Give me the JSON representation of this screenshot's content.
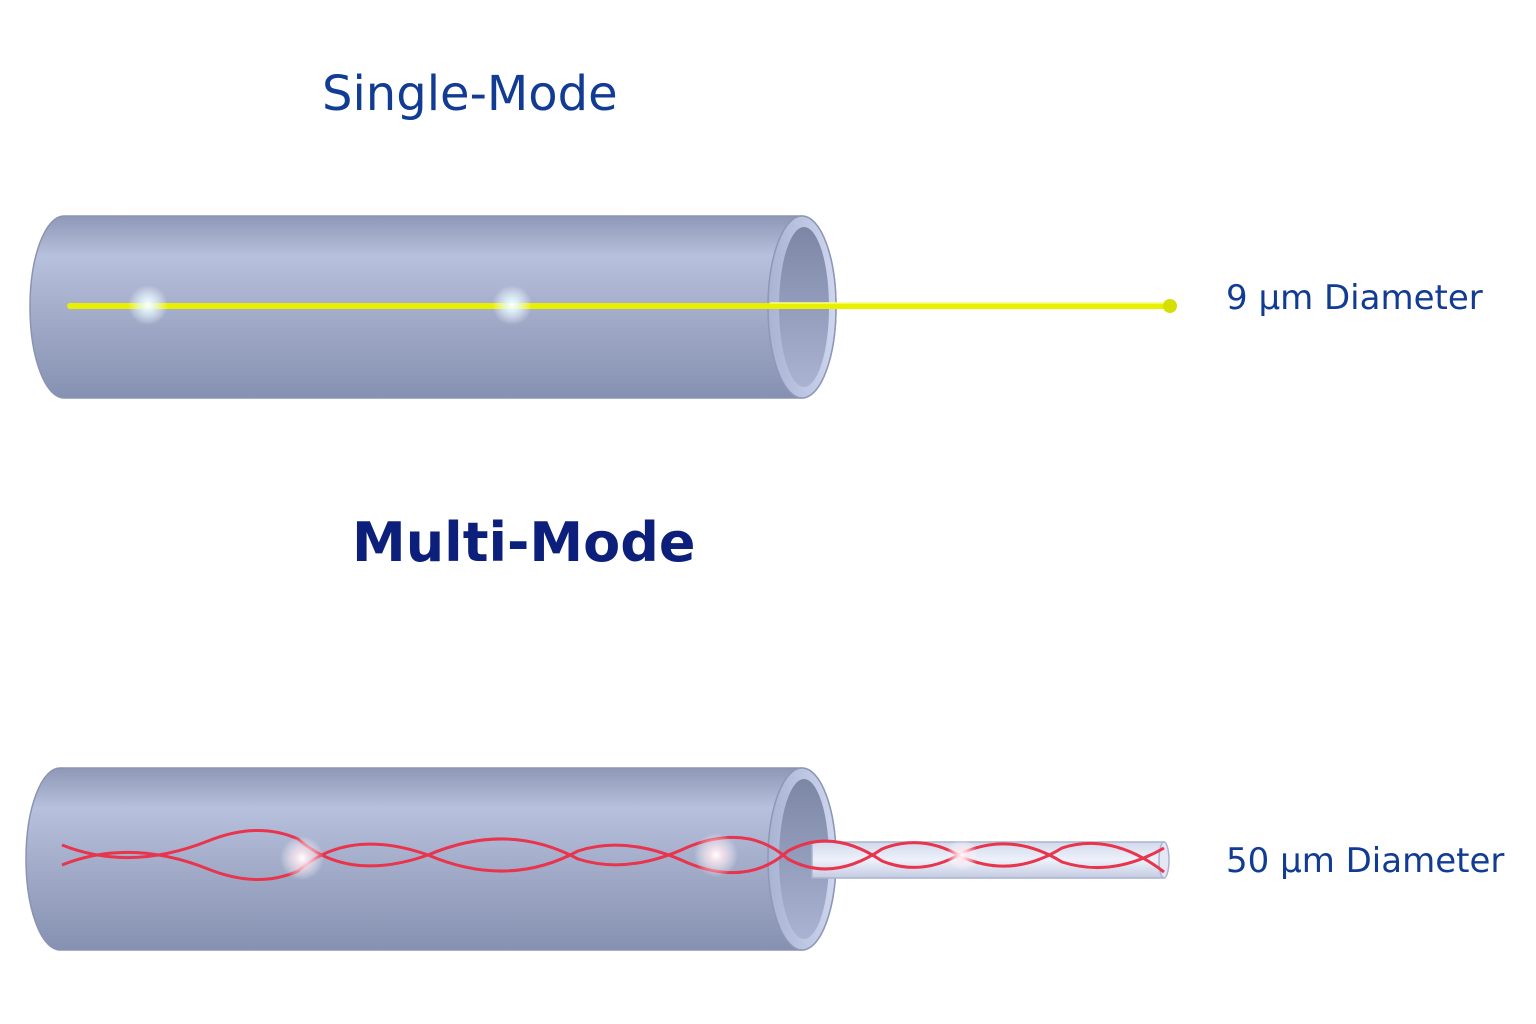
{
  "single_mode": {
    "title": "Single-Mode",
    "diameter_label": "9 μm Diameter",
    "light_color": "#e8f000"
  },
  "multi_mode": {
    "title": "Multi-Mode",
    "diameter_label": "50 μm Diameter",
    "light_color": "#e8344d"
  },
  "colors": {
    "title_single": "#123c93",
    "title_multi": "#0c1f7a",
    "cladding": "#9ea9c8"
  }
}
